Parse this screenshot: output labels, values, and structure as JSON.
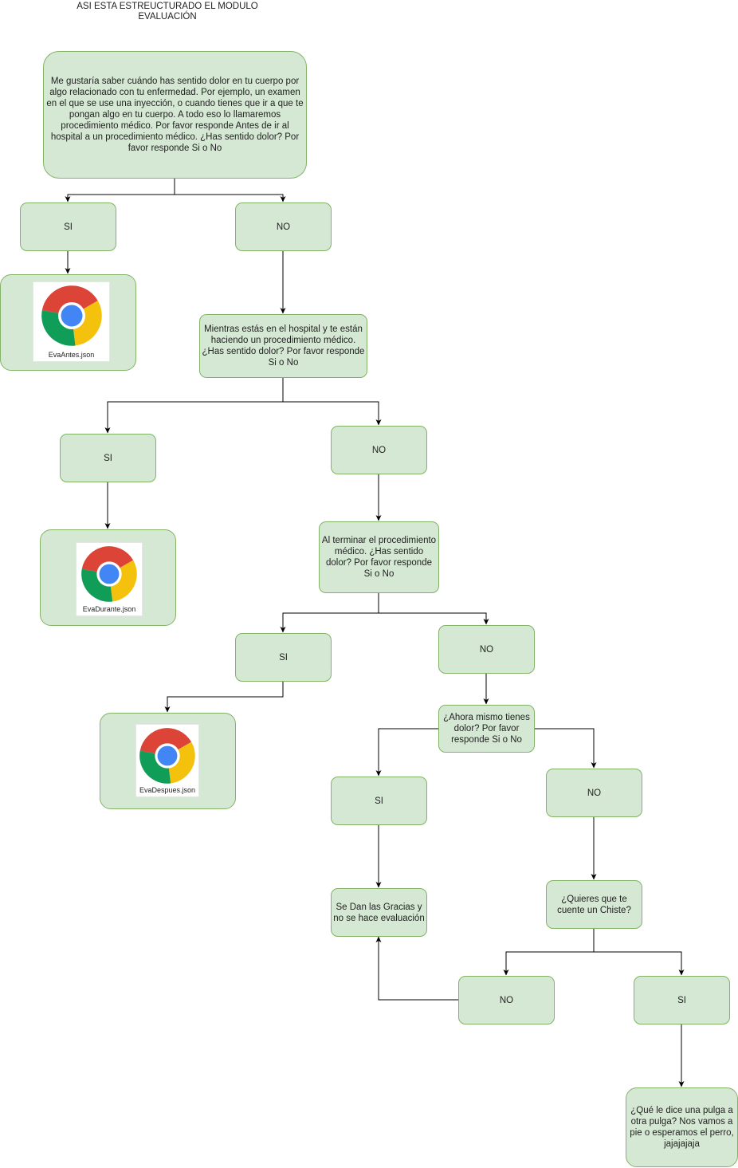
{
  "title": "ASI ESTA ESTREUCTURADO EL MODULO\nEVALUACIÓN",
  "nodes": {
    "q1": "Me gustaría saber cuándo has sentido dolor en tu cuerpo por algo relacionado con tu enfermedad. Por ejemplo, un examen en el que se use una inyección, o cuando tienes que ir a que te pongan algo en tu cuerpo. A todo eso lo llamaremos procedimiento médico. Por favor responde Antes de ir al hospital a un procedimiento médico. ¿Has sentido dolor? Por favor responde Si o No",
    "q1_si": "SI",
    "q1_no": "NO",
    "q2": "Mientras estás en el hospital y te están haciendo un procedimiento médico. ¿Has sentido dolor? Por favor responde Si o No",
    "q2_si": "SI",
    "q2_no": "NO",
    "q3": "Al terminar el procedimiento médico. ¿Has sentido dolor? Por favor responde Si o No",
    "q3_si": "SI",
    "q3_no": "NO",
    "q4": "¿Ahora mismo tienes dolor? Por favor responde Si o No",
    "q4_si": "SI",
    "q4_no": "NO",
    "thanks": "Se Dan las Gracias y no se hace evaluación",
    "q5": "¿Quieres que te cuente un Chiste?",
    "q5_no": "NO",
    "q5_si": "SI",
    "joke": "¿Qué le dice una pulga a otra pulga? Nos vamos a pie o esperamos el perro, jajajajaja"
  },
  "files": {
    "antes": "EvaAntes.json",
    "durante": "EvaDurante.json",
    "despues": "EvaDespues.json"
  },
  "colors": {
    "node_fill": "#d5e8d4",
    "node_stroke": "#82b366",
    "edge": "#000000"
  }
}
